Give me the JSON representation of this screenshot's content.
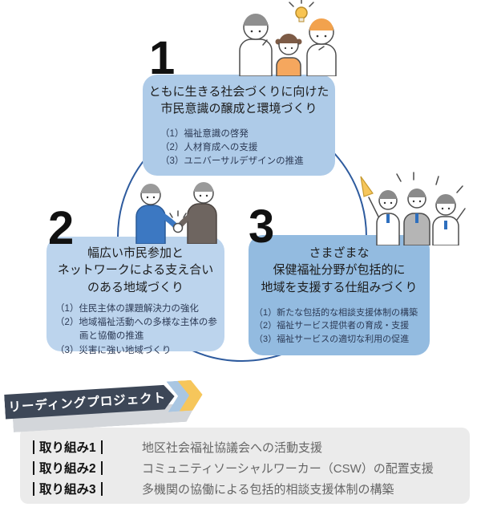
{
  "colors": {
    "box1": "#aecbe8",
    "box2": "#bcd4ed",
    "box3": "#93bbe0",
    "circle_stroke": "#2e5b9e",
    "banner_bg": "#3d4757",
    "banner_shadow": "#d3d6da",
    "chevron_blue": "#a9c6e2",
    "chevron_yellow": "#f6c65b",
    "panel_bg": "#ebebeb"
  },
  "pillars": [
    {
      "number": "1",
      "title": "ともに生きる社会づくりに向けた\n市民意識の醸成と環境づくり",
      "items": [
        "（1）福祉意識の啓発",
        "（2）人材育成への支援",
        "（3）ユニバーサルデザインの推進"
      ]
    },
    {
      "number": "2",
      "title": "幅広い市民参加と\nネットワークによる支え合い\nのある地域づくり",
      "items": [
        "（1）住民主体の課題解決力の強化",
        "（2）地域福祉活動への多様な主体の参画と協働の推進",
        "（3）災害に強い地域づくり"
      ]
    },
    {
      "number": "3",
      "title": "さまざまな\n保健福祉分野が包括的に\n地域を支援する仕組みづくり",
      "items": [
        "（1）新たな包括的な相談支援体制の構築",
        "（2）福祉サービス提供者の育成・支援",
        "（3）福祉サービスの適切な利用の促進"
      ]
    }
  ],
  "leading_project": {
    "banner_label": "リーディングプロジェクト"
  },
  "projects": [
    {
      "label": "取り組み1",
      "description": "地区社会福祉協議会への活動支援"
    },
    {
      "label": "取り組み2",
      "description": "コミュニティソーシャルワーカー（CSW）の配置支援"
    },
    {
      "label": "取り組み3",
      "description": "多機関の協働による包括的相談支援体制の構築"
    }
  ],
  "illustrations": {
    "top": "family-with-lightbulb",
    "left": "handshake",
    "right": "cheering-team"
  }
}
